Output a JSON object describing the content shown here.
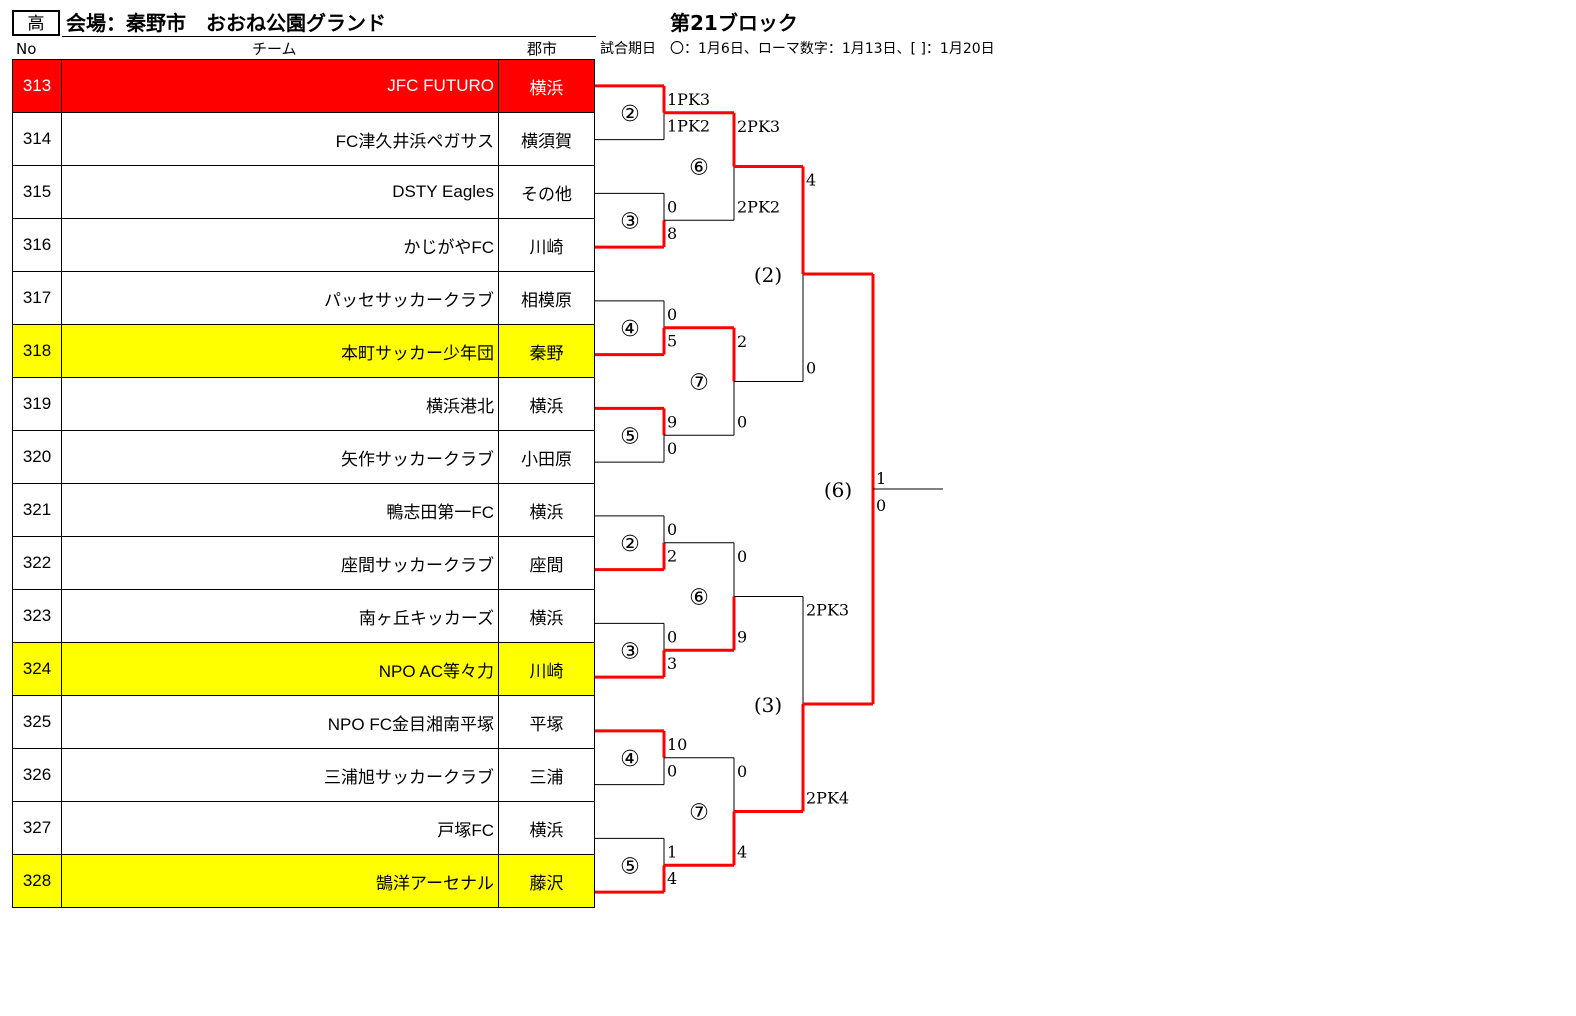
{
  "header": {
    "category": "高",
    "venue": "会場：秦野市　おおね公園グランド",
    "block": "第21ブロック",
    "col_no": "No",
    "col_team": "チーム",
    "col_city": "郡市",
    "legend": "試合期日　〇：1月6日、ローマ数字：1月13日、[ ]：1月20日"
  },
  "colors": {
    "winner": "#ff0000",
    "highlight": "#ffff00",
    "line_red": "#ff0000"
  },
  "teams": [
    {
      "no": "313",
      "name": "JFC FUTURO",
      "city": "横浜",
      "highlight": "red"
    },
    {
      "no": "314",
      "name": "FC津久井浜ペガサス",
      "city": "横須賀",
      "highlight": ""
    },
    {
      "no": "315",
      "name": "DSTY Eagles",
      "city": "その他",
      "highlight": ""
    },
    {
      "no": "316",
      "name": "かじがやFC",
      "city": "川崎",
      "highlight": ""
    },
    {
      "no": "317",
      "name": "パッセサッカークラブ",
      "city": "相模原",
      "highlight": ""
    },
    {
      "no": "318",
      "name": "本町サッカー少年団",
      "city": "秦野",
      "highlight": "yellow"
    },
    {
      "no": "319",
      "name": "横浜港北",
      "city": "横浜",
      "highlight": ""
    },
    {
      "no": "320",
      "name": "矢作サッカークラブ",
      "city": "小田原",
      "highlight": ""
    },
    {
      "no": "321",
      "name": "鴨志田第一FC",
      "city": "横浜",
      "highlight": ""
    },
    {
      "no": "322",
      "name": "座間サッカークラブ",
      "city": "座間",
      "highlight": ""
    },
    {
      "no": "323",
      "name": "南ヶ丘キッカーズ",
      "city": "横浜",
      "highlight": ""
    },
    {
      "no": "324",
      "name": "NPO AC等々力",
      "city": "川崎",
      "highlight": "yellow"
    },
    {
      "no": "325",
      "name": "NPO FC金目湘南平塚",
      "city": "平塚",
      "highlight": ""
    },
    {
      "no": "326",
      "name": "三浦旭サッカークラブ",
      "city": "三浦",
      "highlight": ""
    },
    {
      "no": "327",
      "name": "戸塚FC",
      "city": "横浜",
      "highlight": ""
    },
    {
      "no": "328",
      "name": "鵠洋アーセナル",
      "city": "藤沢",
      "highlight": "yellow"
    }
  ],
  "bracket": {
    "round1": [
      {
        "label": "②",
        "top": "1PK3",
        "bottom": "1PK2",
        "winner": "top"
      },
      {
        "label": "③",
        "top": "0",
        "bottom": "8",
        "winner": "bottom"
      },
      {
        "label": "④",
        "top": "0",
        "bottom": "5",
        "winner": "bottom"
      },
      {
        "label": "⑤",
        "top": "9",
        "bottom": "0",
        "winner": "top"
      },
      {
        "label": "②",
        "top": "0",
        "bottom": "2",
        "winner": "bottom"
      },
      {
        "label": "③",
        "top": "0",
        "bottom": "3",
        "winner": "bottom"
      },
      {
        "label": "④",
        "top": "10",
        "bottom": "0",
        "winner": "top"
      },
      {
        "label": "⑤",
        "top": "1",
        "bottom": "4",
        "winner": "bottom"
      }
    ],
    "round2": [
      {
        "label": "⑥",
        "top": "2PK3",
        "bottom": "2PK2",
        "winner": "top"
      },
      {
        "label": "⑦",
        "top": "2",
        "bottom": "0",
        "winner": "top"
      },
      {
        "label": "⑥",
        "top": "0",
        "bottom": "9",
        "winner": "bottom"
      },
      {
        "label": "⑦",
        "top": "0",
        "bottom": "4",
        "winner": "bottom"
      }
    ],
    "round3": [
      {
        "label": "(2)",
        "top": "4",
        "bottom": "0",
        "winner": "top"
      },
      {
        "label": "(3)",
        "top": "2PK3",
        "bottom": "2PK4",
        "winner": "bottom"
      }
    ],
    "final": {
      "label": "(6)",
      "top": "1",
      "bottom": "0"
    }
  }
}
